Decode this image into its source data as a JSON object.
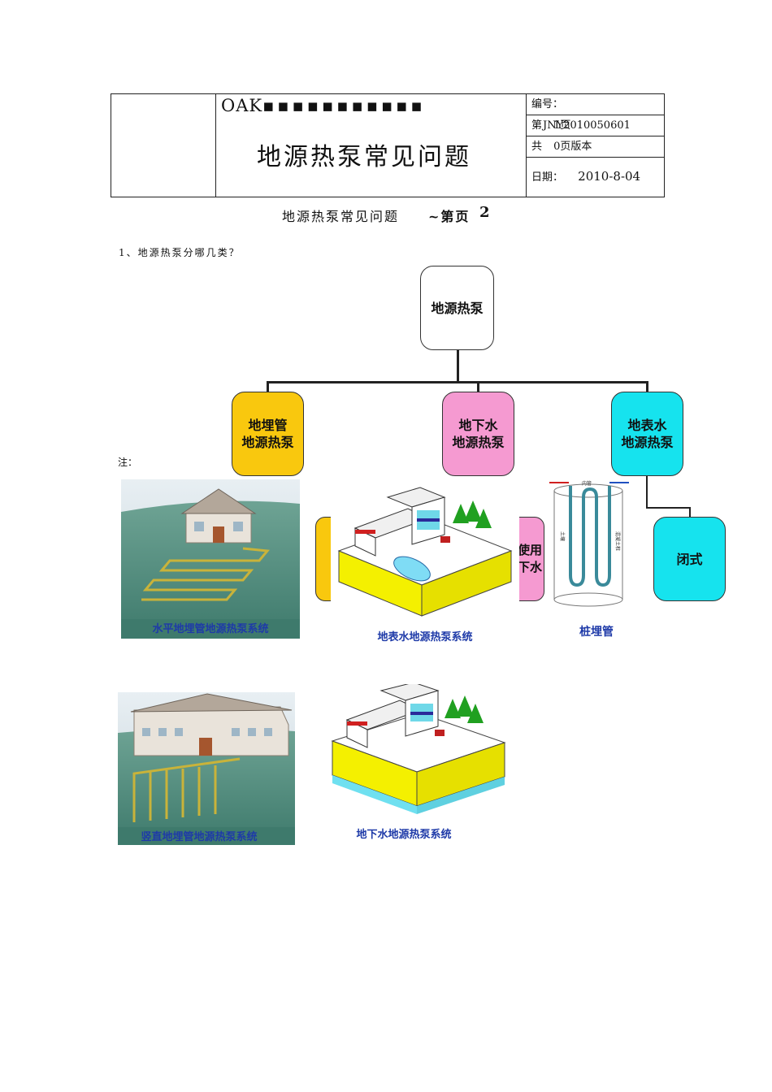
{
  "header": {
    "company": "OAK",
    "title": "地源热泵常见问题",
    "doc_no_label": "编号：",
    "doc_no": "JNY2010050601",
    "page_label": "第",
    "page_value": "1页",
    "rev_label": "共",
    "rev_value": "0页版本",
    "date_label": "日期：",
    "date": "2010-8-04"
  },
  "subheader": {
    "left": "地源热泵常见问题",
    "mid": "~第页",
    "num": "2"
  },
  "question": "1、地源热泵分哪几类？",
  "note": "注：",
  "diagram": {
    "root": "地源热泵",
    "child1": [
      "地埋管",
      "地源热泵"
    ],
    "child2": [
      "地下水",
      "地源热泵"
    ],
    "child3": [
      "地表水",
      "地源热泵"
    ],
    "leaf_partial": [
      "使用",
      "下水"
    ],
    "leaf_closed": "闭式"
  },
  "captions": {
    "horizontal": "水平地埋管地源热泵系统",
    "surface": "地表水地源热泵系统",
    "pile": "桩埋管",
    "vertical": "竖直地埋管地源热泵系统",
    "groundwater": "地下水地源热泵系统"
  },
  "pile_labels": {
    "top": "内管",
    "left": "土壤",
    "right": "混凝土桩"
  },
  "colors": {
    "yellow": "#f9c80e",
    "pink": "#f59ad1",
    "cyan": "#16e3ee",
    "caption_blue": "#2a3fb0"
  }
}
